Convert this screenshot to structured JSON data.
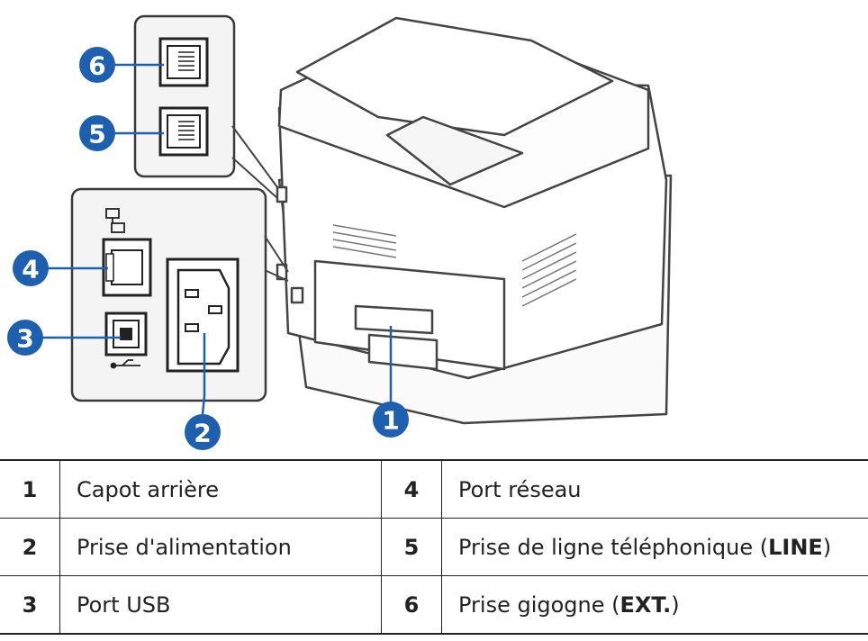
{
  "callouts": [
    "1",
    "2",
    "3",
    "4",
    "5",
    "6"
  ],
  "legend": {
    "rows": [
      {
        "left_num": "1",
        "left_text": "Capot arrière",
        "right_num": "4",
        "right_text": "Port réseau",
        "right_bold": ""
      },
      {
        "left_num": "2",
        "left_text": "Prise d'alimentation",
        "right_num": "5",
        "right_text": "Prise de ligne téléphonique (",
        "right_bold": "LINE"
      },
      {
        "left_num": "3",
        "left_text": "Port USB",
        "right_num": "6",
        "right_text": "Prise gigogne (",
        "right_bold": "EXT."
      }
    ]
  },
  "colors": {
    "callout": "#1f5fb0",
    "panel_border": "#3a3a3a",
    "panel_fill": "#f4f4f4"
  }
}
